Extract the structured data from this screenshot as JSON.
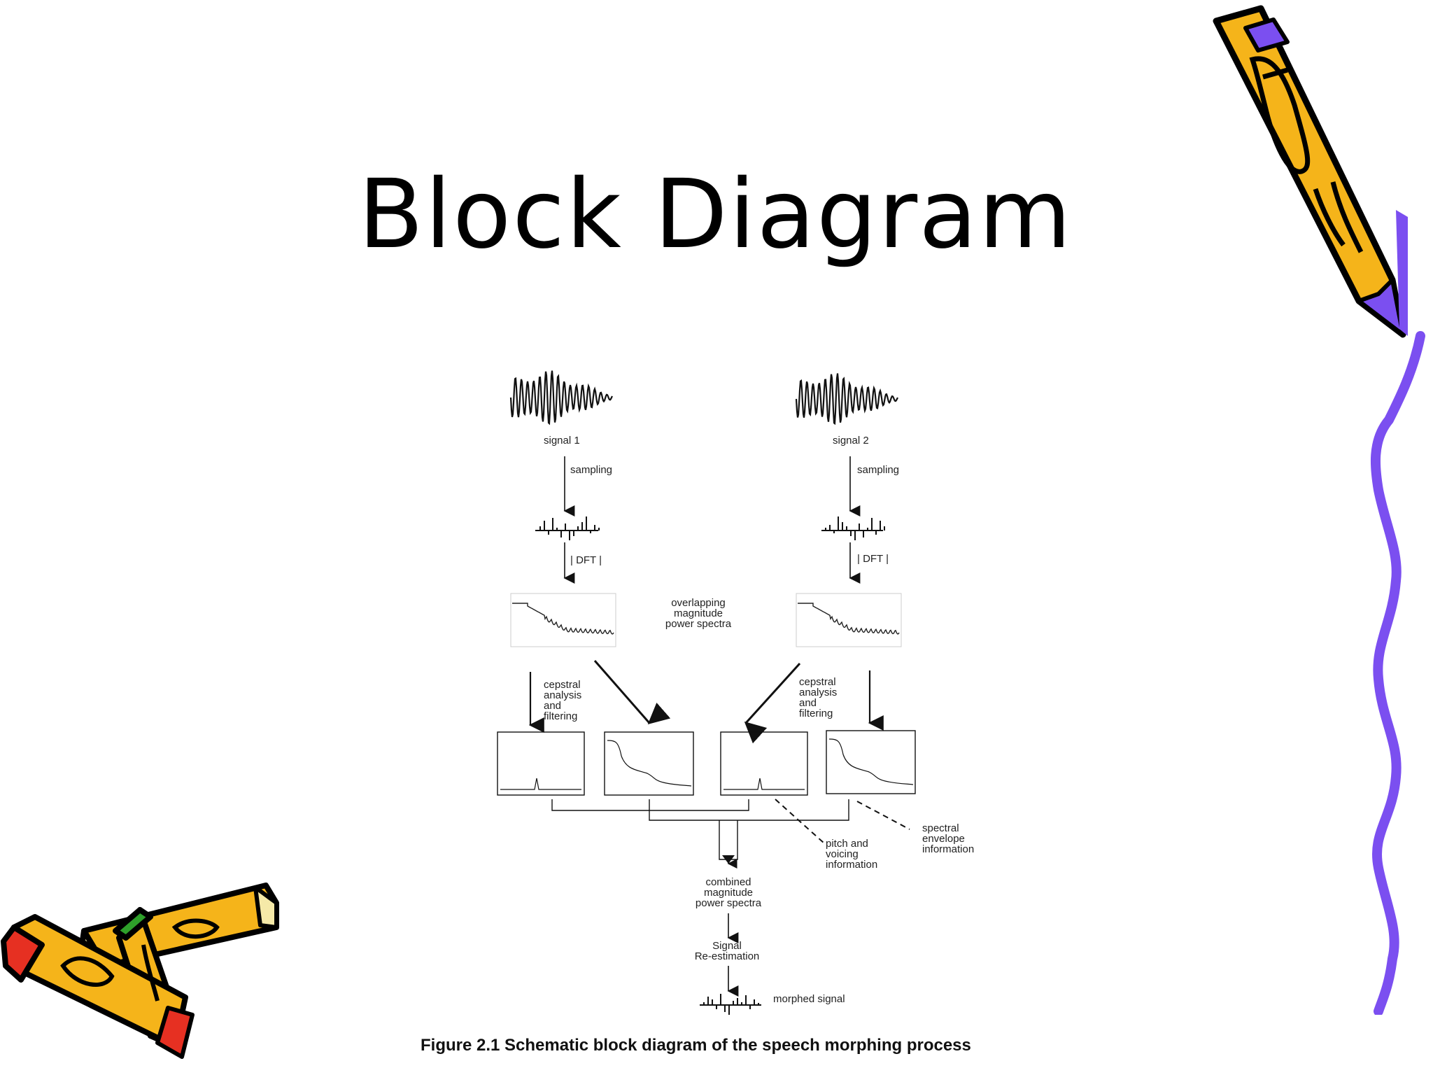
{
  "slide": {
    "title": "Block Diagram",
    "caption": "Figure 2.1 Schematic block diagram of the speech morphing process"
  },
  "diagram": {
    "signal1": "signal 1",
    "signal2": "signal 2",
    "sampling_left": "sampling",
    "sampling_right": "sampling",
    "dft_left": "| DFT |",
    "dft_right": "| DFT |",
    "overlap_label": [
      "overlapping",
      "magnitude",
      "power spectra"
    ],
    "cepstral_left": [
      "cepstral",
      "analysis",
      "and",
      "filtering"
    ],
    "cepstral_right": [
      "cepstral",
      "analysis",
      "and",
      "filtering"
    ],
    "pitch_info": [
      "pitch and",
      "voicing",
      "information"
    ],
    "envelope_info": [
      "spectral",
      "envelope",
      "information"
    ],
    "combined_label": [
      "combined",
      "magnitude",
      "power spectra"
    ],
    "reestimation": [
      "Signal",
      "Re-estimation"
    ],
    "morphed": "morphed signal"
  },
  "decorations": {
    "pencil_icon": "pencil-icon",
    "crayon_icon": "crayon-icon",
    "colors": {
      "pencil_body": "#f5b41a",
      "pencil_accent": "#7b4ff0",
      "crayon_red": "#e63022",
      "crayon_green": "#2ea02a"
    }
  }
}
